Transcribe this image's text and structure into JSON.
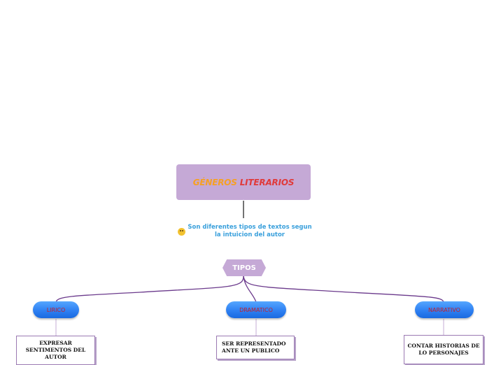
{
  "title": {
    "word1": "GÉNEROS",
    "word2": "LITERARIOS"
  },
  "subtitle": {
    "icon": "thinking-face-icon",
    "text": "Son diferentes tipos de textos segun la intuicion del autor"
  },
  "center_node": {
    "label": "TIPOS"
  },
  "branches": [
    {
      "label": "LIRICO",
      "detail": "EXPRESAR SENTIMENTOS DEL AUTOR"
    },
    {
      "label": "DRAMATICO",
      "detail": "SER REPRESENTADO ANTE UN PUBLICO"
    },
    {
      "label": "NARRATIVO",
      "detail": "CONTAR HISTORIAS DE LO PERSONAJES"
    }
  ],
  "colors": {
    "title_fill": "#c5a9d6",
    "title_word1": "#f6a023",
    "title_word2": "#e03a3a",
    "connector": "#6b3a8c",
    "pill_fill": "#2e80f2",
    "pill_text": "#c0202c",
    "subtitle_text": "#3aa0dc"
  }
}
